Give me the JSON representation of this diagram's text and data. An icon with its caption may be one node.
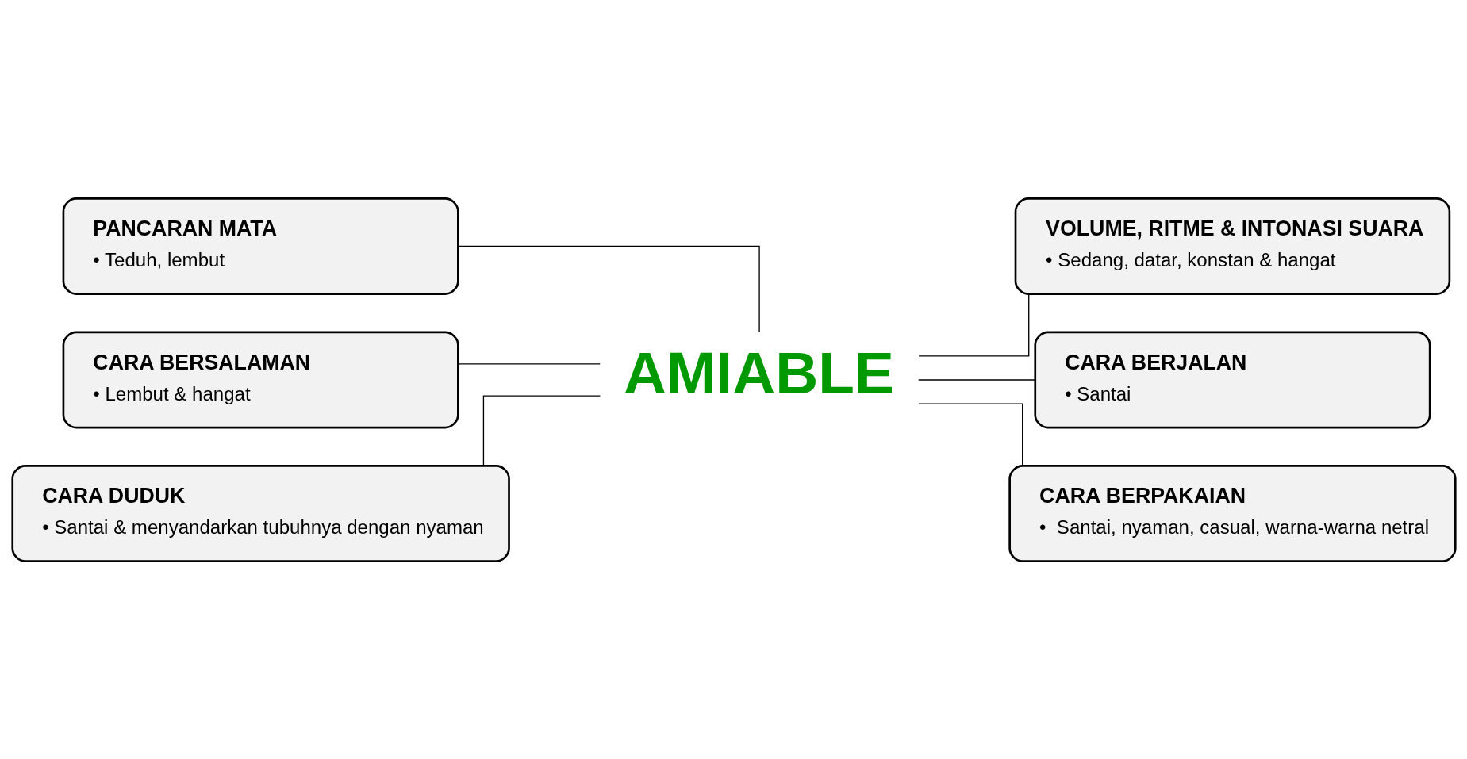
{
  "diagram": {
    "nodes": [
      {
        "text": [
          "PANCARAN MATA",
          "• Teduh, lembut"
        ]
      },
      {
        "text": [
          "VOLUME, RITME & INTONASI SUARA",
          "• Sedang, datar, konstan & hangat"
        ]
      },
      {
        "text": [
          "CARA BERSALAMAN",
          "• Lembut & hangat"
        ]
      },
      {
        "text": [
          "AMIABLE"
        ]
      },
      {
        "text": [
          "CARA BERJALAN",
          "• Santai"
        ]
      },
      {
        "text": [
          "CARA DUDUK",
          "• Santai & menyandarkan tubuhnya dengan nyaman"
        ]
      },
      {
        "text": [
          "CARA BERPAKAIAN",
          "•  Santai, nyaman, casual, warna-warna netral"
        ]
      }
    ],
    "edges": [
      {
        "from": 0,
        "to": 3,
        "arrow": "none"
      },
      {
        "from": 3,
        "to": 1,
        "arrow": "none"
      },
      {
        "from": 2,
        "to": 3,
        "arrow": "none"
      },
      {
        "from": 3,
        "to": 4,
        "arrow": "none"
      },
      {
        "from": 5,
        "to": 3,
        "arrow": "none"
      },
      {
        "from": 3,
        "to": 6,
        "arrow": "none"
      }
    ]
  }
}
